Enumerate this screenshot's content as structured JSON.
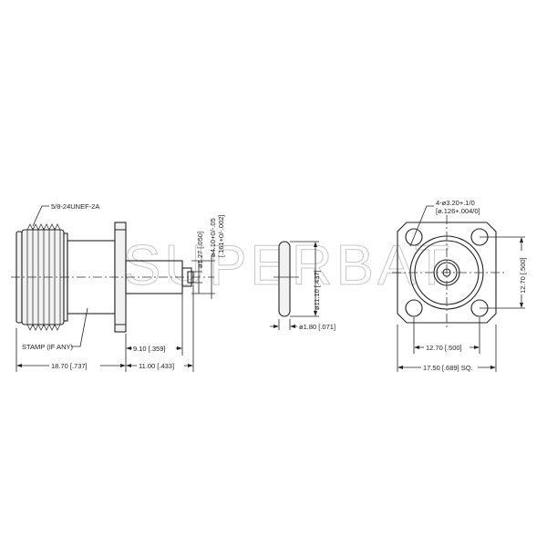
{
  "watermark": "SUPERBAT",
  "side_view": {
    "thread_label": "5/8-24UNEF-2A",
    "stamp_label": "STAMP (IF ANY)",
    "dim_overall_body": "18.70 [.737]",
    "dim_flange_to_pin_tip": "11.00 [.433]",
    "dim_flange_to_pin_step": "9.10 [.359]",
    "dim_pin_tip_dia": "ø1.27 [.050]",
    "dim_pin_dia_line1": "ø4.10+0/-.05",
    "dim_pin_dia_line2": "[.161+0/-.002]"
  },
  "pin_view": {
    "dim_length": "ø11.10 [.437]",
    "dim_dia": "ø1.80 [.071]"
  },
  "front_view": {
    "hole_label_line1": "4-ø3.20+.1/0",
    "hole_label_line2": "[ø.126+.004/0]",
    "dim_hole_spacing_h": "12.70 [.500]",
    "dim_hole_spacing_v": "12.70 [.500]",
    "dim_flange_square": "17.50 [.689] SQ."
  },
  "colors": {
    "line": "#222222",
    "watermark": "#c8c8c8",
    "background": "#ffffff"
  }
}
